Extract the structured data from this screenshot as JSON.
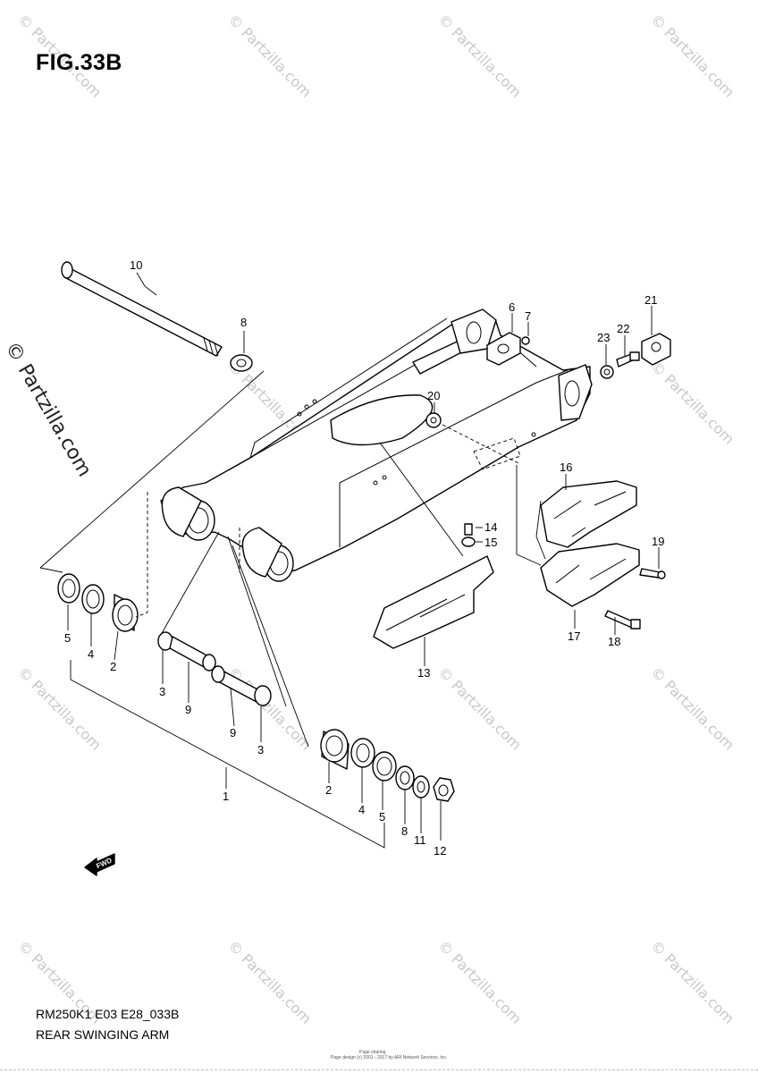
{
  "figure": {
    "title": "FIG.33B",
    "model_code": "RM250K1 E03 E28_033B",
    "section_name": "REAR SWINGING ARM",
    "fwd_arrow_label": "FWD"
  },
  "watermark": {
    "text": "© Partzilla.com",
    "side_text": "© Partzilla.com"
  },
  "footer_small": {
    "line1": "Page sharing",
    "line2": "Page design (c) 2001 - 2017 by ARI Network Services, Inc."
  },
  "callouts": [
    {
      "id": "callout-1",
      "number": "1"
    },
    {
      "id": "callout-2a",
      "number": "2"
    },
    {
      "id": "callout-2b",
      "number": "2"
    },
    {
      "id": "callout-3a",
      "number": "3"
    },
    {
      "id": "callout-3b",
      "number": "3"
    },
    {
      "id": "callout-4a",
      "number": "4"
    },
    {
      "id": "callout-4b",
      "number": "4"
    },
    {
      "id": "callout-5a",
      "number": "5"
    },
    {
      "id": "callout-5b",
      "number": "5"
    },
    {
      "id": "callout-6",
      "number": "6"
    },
    {
      "id": "callout-7",
      "number": "7"
    },
    {
      "id": "callout-8a",
      "number": "8"
    },
    {
      "id": "callout-8b",
      "number": "8"
    },
    {
      "id": "callout-9a",
      "number": "9"
    },
    {
      "id": "callout-9b",
      "number": "9"
    },
    {
      "id": "callout-10",
      "number": "10"
    },
    {
      "id": "callout-11",
      "number": "11"
    },
    {
      "id": "callout-12",
      "number": "12"
    },
    {
      "id": "callout-13",
      "number": "13"
    },
    {
      "id": "callout-14",
      "number": "14"
    },
    {
      "id": "callout-15",
      "number": "15"
    },
    {
      "id": "callout-16",
      "number": "16"
    },
    {
      "id": "callout-17",
      "number": "17"
    },
    {
      "id": "callout-18",
      "number": "18"
    },
    {
      "id": "callout-19",
      "number": "19"
    },
    {
      "id": "callout-20",
      "number": "20"
    },
    {
      "id": "callout-21",
      "number": "21"
    },
    {
      "id": "callout-22",
      "number": "22"
    },
    {
      "id": "callout-23",
      "number": "23"
    }
  ]
}
